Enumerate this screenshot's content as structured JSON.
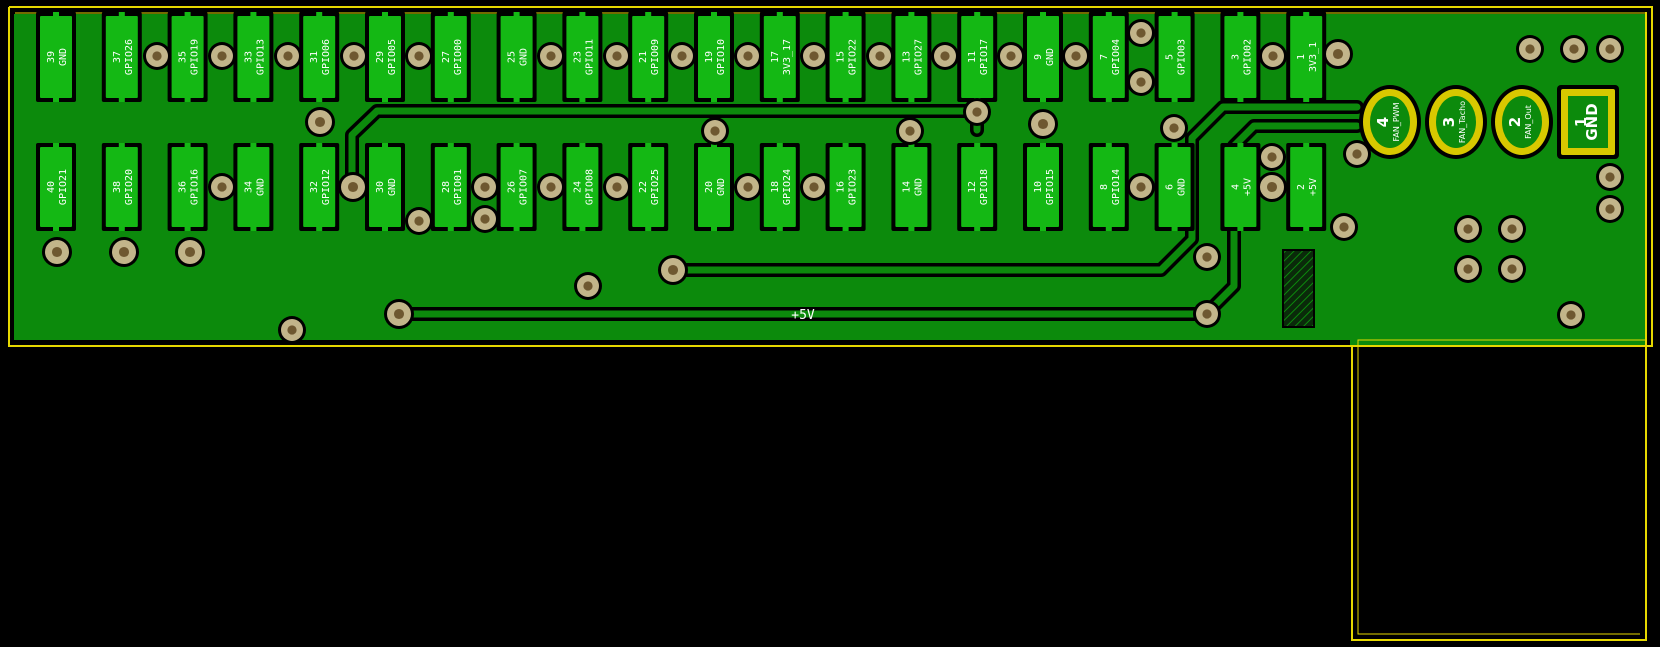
{
  "colors": {
    "background": "#000000",
    "copper": "#0c8a0c",
    "pad": "#14b814",
    "via": "#c2b58a",
    "via_hole": "#6e5830",
    "outline": "#e6d800",
    "gold_pad": "#d8c800",
    "text": "#ffffff"
  },
  "header_top_row": [
    {
      "num": "39",
      "name": "GND"
    },
    {
      "num": "37",
      "name": "GPIO26"
    },
    {
      "num": "35",
      "name": "GPIO19"
    },
    {
      "num": "33",
      "name": "GPIO13"
    },
    {
      "num": "31",
      "name": "GPIO06"
    },
    {
      "num": "29",
      "name": "GPIO05"
    },
    {
      "num": "27",
      "name": "GPIO00"
    },
    {
      "num": "25",
      "name": "GND"
    },
    {
      "num": "23",
      "name": "GPIO11"
    },
    {
      "num": "21",
      "name": "GPIO09"
    },
    {
      "num": "19",
      "name": "GPIO10"
    },
    {
      "num": "17",
      "name": "3V3_17"
    },
    {
      "num": "15",
      "name": "GPIO22"
    },
    {
      "num": "13",
      "name": "GPIO27"
    },
    {
      "num": "11",
      "name": "GPIO17"
    },
    {
      "num": "9",
      "name": "GND"
    },
    {
      "num": "7",
      "name": "GPIO04"
    },
    {
      "num": "5",
      "name": "GPIO03"
    },
    {
      "num": "3",
      "name": "GPIO02"
    },
    {
      "num": "1",
      "name": "3V3_1"
    }
  ],
  "header_bottom_row": [
    {
      "num": "40",
      "name": "GPIO21"
    },
    {
      "num": "38",
      "name": "GPIO20"
    },
    {
      "num": "36",
      "name": "GPIO16"
    },
    {
      "num": "34",
      "name": "GND"
    },
    {
      "num": "32",
      "name": "GPIO12"
    },
    {
      "num": "30",
      "name": "GND"
    },
    {
      "num": "28",
      "name": "GPIO01"
    },
    {
      "num": "26",
      "name": "GPIO07"
    },
    {
      "num": "24",
      "name": "GPIO08"
    },
    {
      "num": "22",
      "name": "GPIO25"
    },
    {
      "num": "20",
      "name": "GND"
    },
    {
      "num": "18",
      "name": "GPIO24"
    },
    {
      "num": "16",
      "name": "GPIO23"
    },
    {
      "num": "14",
      "name": "GND"
    },
    {
      "num": "12",
      "name": "GPIO18"
    },
    {
      "num": "10",
      "name": "GPIO15"
    },
    {
      "num": "8",
      "name": "GPIO14"
    },
    {
      "num": "6",
      "name": "GND"
    },
    {
      "num": "4",
      "name": "+5V"
    },
    {
      "num": "2",
      "name": "+5V"
    }
  ],
  "fan_connector": [
    {
      "num": "4",
      "name": "FAN_PWM"
    },
    {
      "num": "3",
      "name": "FAN_Tacho"
    },
    {
      "num": "2",
      "name": "FAN_Out"
    },
    {
      "num": "1",
      "name": "GND"
    }
  ],
  "net_label": "+5V"
}
